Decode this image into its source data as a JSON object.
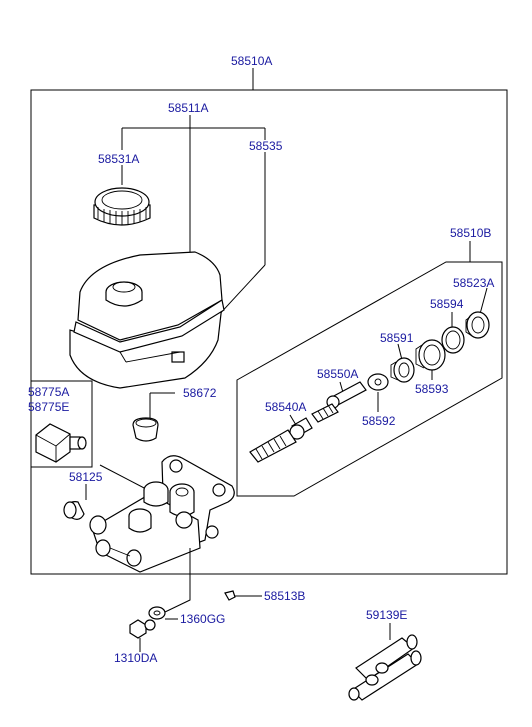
{
  "labels": {
    "main_assy": "58510A",
    "reservoir_assy": "58511A",
    "sensor": "58535",
    "cap": "58531A",
    "repair_kit": "58510B",
    "seal_a": "58523A",
    "ring_a": "58594",
    "cup_a": "58591",
    "cup_b": "58593",
    "piston_a": "58550A",
    "washer": "58592",
    "piston_b": "58540A",
    "grommet": "58672",
    "valve_a": "58775A",
    "valve_b": "58775E",
    "seal_b": "58125",
    "clip": "58513B",
    "nut": "1360GG",
    "bolt": "1310DA",
    "pin_kit": "59139E"
  }
}
